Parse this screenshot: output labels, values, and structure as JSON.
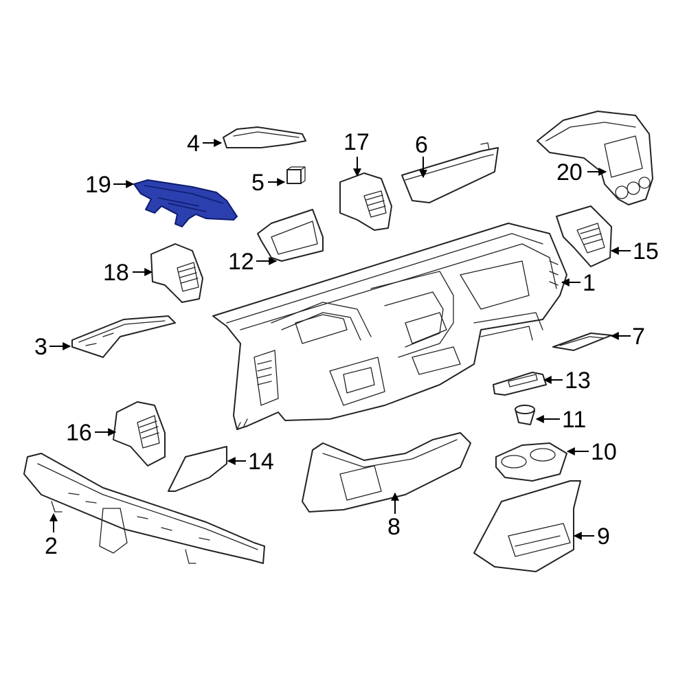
{
  "diagram": {
    "highlight_color": "#2c3fae",
    "highlighted_callout": "19",
    "callouts": {
      "c1": "1",
      "c2": "2",
      "c3": "3",
      "c4": "4",
      "c5": "5",
      "c6": "6",
      "c7": "7",
      "c8": "8",
      "c9": "9",
      "c10": "10",
      "c11": "11",
      "c12": "12",
      "c13": "13",
      "c14": "14",
      "c15": "15",
      "c16": "16",
      "c17": "17",
      "c18": "18",
      "c19": "19",
      "c20": "20"
    }
  }
}
